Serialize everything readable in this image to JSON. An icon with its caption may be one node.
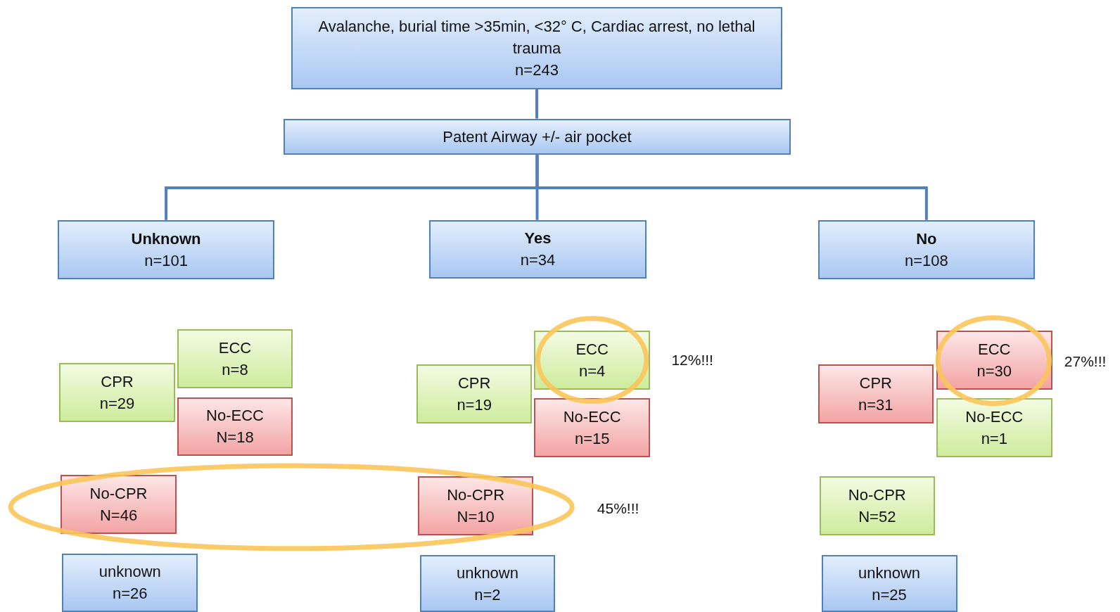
{
  "diagram": {
    "nodes": [
      {
        "text": [
          "Avalanche, burial time >35min, <32° C, Cardiac arrest, no lethal trauma",
          "n=243"
        ]
      },
      {
        "text": [
          "Patent Airway +/- air pocket"
        ]
      },
      {
        "text": [
          "Unknown",
          "n=101"
        ]
      },
      {
        "text": [
          "Yes",
          "n=34"
        ]
      },
      {
        "text": [
          "No",
          "n=108"
        ]
      },
      {
        "text": [
          "ECC",
          "n=8"
        ]
      },
      {
        "text": [
          "CPR",
          "n=29"
        ]
      },
      {
        "text": [
          "No-ECC",
          "N=18"
        ]
      },
      {
        "text": [
          "No-CPR",
          "N=46"
        ]
      },
      {
        "text": [
          "unknown",
          "n=26"
        ]
      },
      {
        "text": [
          "ECC",
          "n=4"
        ]
      },
      {
        "text": [
          "CPR",
          "n=19"
        ]
      },
      {
        "text": [
          "No-ECC",
          "n=15"
        ]
      },
      {
        "text": [
          "No-CPR",
          "N=10"
        ]
      },
      {
        "text": [
          "unknown",
          "n=2"
        ]
      },
      {
        "text": [
          "ECC",
          "n=30"
        ]
      },
      {
        "text": [
          "CPR",
          "n=31"
        ]
      },
      {
        "text": [
          "No-ECC",
          "n=1"
        ]
      },
      {
        "text": [
          "No-CPR",
          "N=52"
        ]
      },
      {
        "text": [
          "unknown",
          "n=25"
        ]
      }
    ],
    "edges": [
      {
        "from": 0,
        "to": 1,
        "arrow": "none"
      },
      {
        "from": 1,
        "to": 2,
        "arrow": "none"
      },
      {
        "from": 1,
        "to": 3,
        "arrow": "none"
      },
      {
        "from": 1,
        "to": 4,
        "arrow": "none"
      }
    ],
    "labels": [
      "12%!!!",
      "27%!!!",
      "45%!!!"
    ]
  }
}
